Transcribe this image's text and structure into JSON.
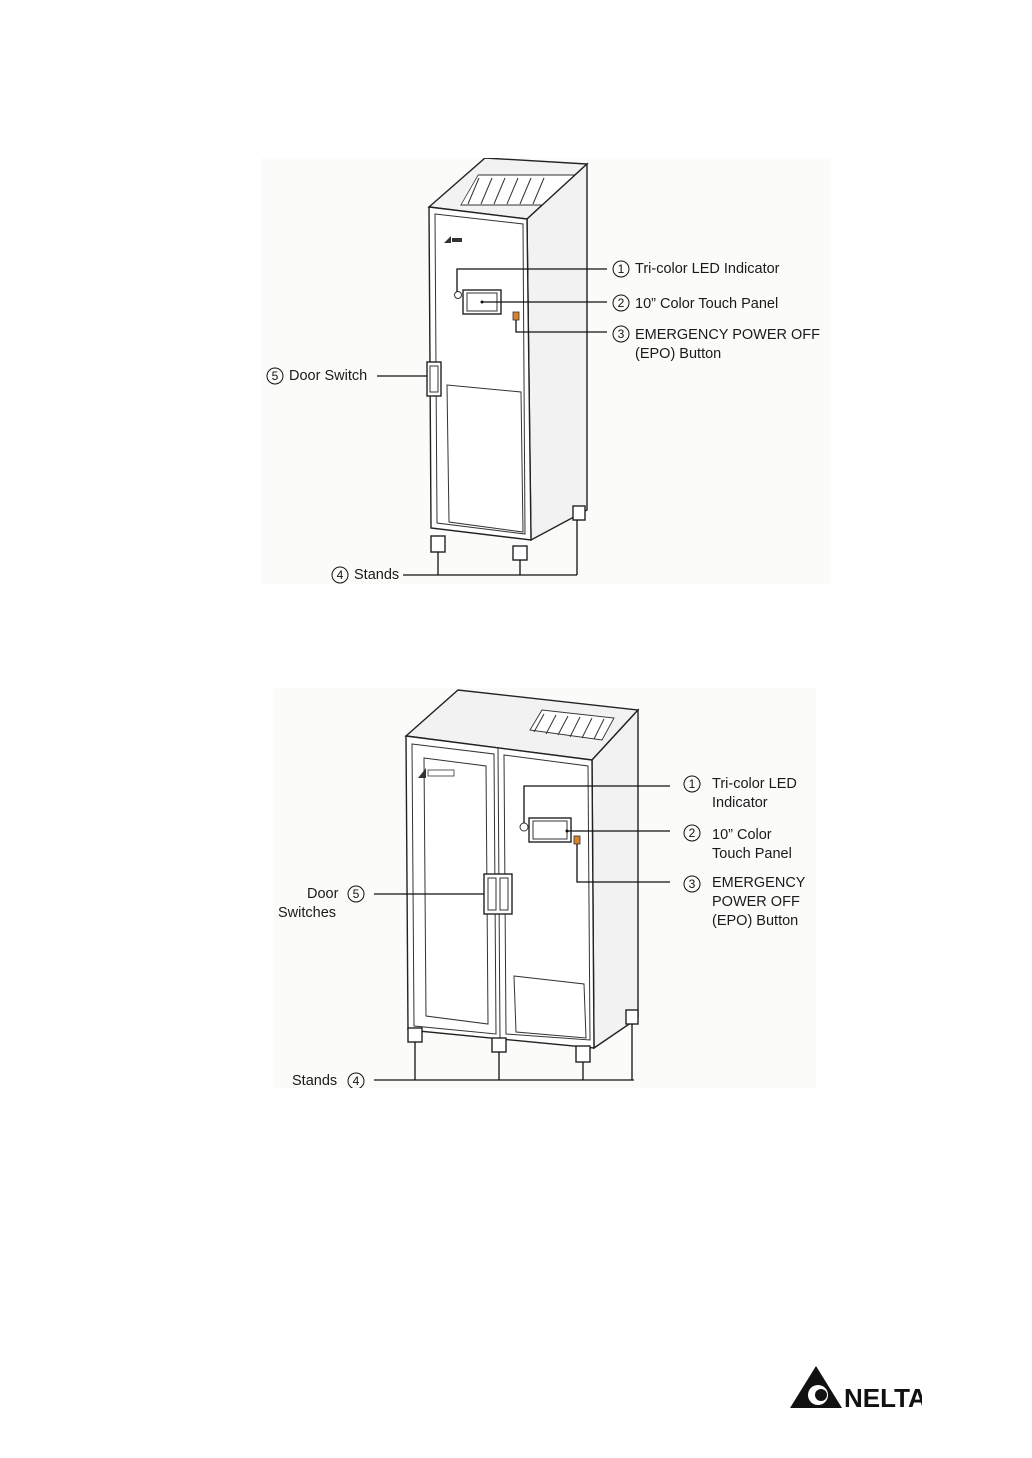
{
  "figure1": {
    "callouts": [
      {
        "num": "1",
        "lines": [
          "Tri-color LED Indicator"
        ]
      },
      {
        "num": "2",
        "lines": [
          "10” Color Touch Panel"
        ]
      },
      {
        "num": "3",
        "lines": [
          "EMERGENCY POWER OFF",
          "(EPO) Button"
        ]
      },
      {
        "num": "4",
        "lines": [
          "Stands"
        ]
      },
      {
        "num": "5",
        "lines": [
          "Door Switch"
        ]
      }
    ]
  },
  "figure2": {
    "callouts": [
      {
        "num": "1",
        "lines": [
          "Tri-color LED",
          "Indicator"
        ]
      },
      {
        "num": "2",
        "lines": [
          "10” Color",
          "Touch Panel"
        ]
      },
      {
        "num": "3",
        "lines": [
          "EMERGENCY",
          "POWER OFF",
          "(EPO) Button"
        ]
      },
      {
        "num": "4",
        "lines": [
          "Stands"
        ]
      },
      {
        "num": "5",
        "lines": [
          "Door",
          "Switches"
        ]
      }
    ]
  },
  "footer": {
    "logo_text": "NELTA",
    "logo_icon": "delta-triangle-logo"
  },
  "colors": {
    "line": "#1a1a1a",
    "epo_button": "#d9822b"
  }
}
